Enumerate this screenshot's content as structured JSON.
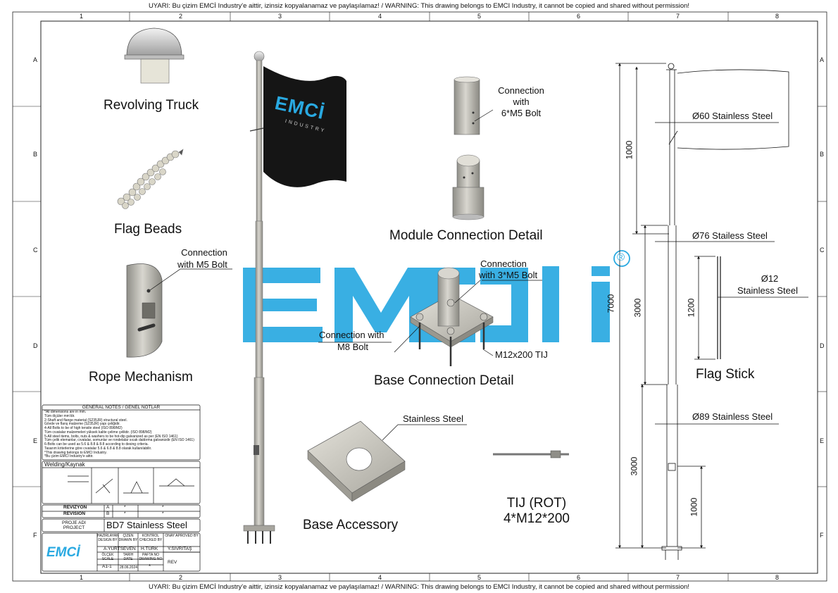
{
  "warning_text": "UYARI: Bu çizim EMCİ Industry'e aittir, izinsiz kopyalanamaz ve paylaşılamaz!  / WARNING: This drawing belongs to EMCI Industry, it cannot be copied and shared without permission!",
  "grid": {
    "columns": [
      "1",
      "2",
      "3",
      "4",
      "5",
      "6",
      "7",
      "8"
    ],
    "rows": [
      "A",
      "B",
      "C",
      "D",
      "E",
      "F"
    ]
  },
  "watermark": {
    "text": "EMCİ",
    "mark": "®",
    "color": "#29a9e1"
  },
  "flag_logo": {
    "brand": "EMCİ",
    "sub": "INDUSTRY"
  },
  "parts": {
    "revolving_truck": "Revolving Truck",
    "flag_beads": "Flag Beads",
    "rope_mechanism": "Rope Mechanism",
    "rope_connection_line1": "Connection",
    "rope_connection_line2": "with M5 Bolt",
    "module_connection_detail": "Module Connection Detail",
    "module_connection_line1": "Connection",
    "module_connection_line2": "with",
    "module_connection_line3": "6*M5 Bolt",
    "base_connection_detail": "Base Connection Detail",
    "base_conn_m5_line1": "Connection",
    "base_conn_m5_line2": "with 3*M5 Bolt",
    "base_conn_m8_line1": "Connection with",
    "base_conn_m8_line2": "M8 Bolt",
    "tij_label": "M12x200 TIJ",
    "base_accessory": "Base Accessory",
    "stainless_steel": "Stainless Steel",
    "tij_rot_line1": "TIJ (ROT)",
    "tij_rot_line2": "4*M12*200",
    "flag_stick": "Flag Stick"
  },
  "dimensions": {
    "d60": "Ø60  Stainless Steel",
    "d76": "Ø76 Stailess Steel",
    "d89": "Ø89 Stainless Steel",
    "d12_line1": "Ø12",
    "d12_line2": "Stainless Steel",
    "total": "7000",
    "top": "1000",
    "mid": "3000",
    "low": "3000",
    "bottom": "1000",
    "stick": "1200"
  },
  "notes": {
    "title": "GENERAL NOTES / GENEL NOTLAR",
    "lines": [
      "*All dimensions are in mm.",
      "Tüm ölçüler mm'dir.",
      "2-Shaft and flange material (S235JR) structural steel.",
      "Gövde ve flanş malzeme (S235JR) yapı çeliğidir.",
      "4-All Bolts to be of high tensile steel (ISO 898/M2)",
      "Tüm cıvatalar malzemeleri yüksek kalite çelime çeliktir. (ISO 898/M2)",
      "5-All steel items, bolts, nuts & washers to be hot-dip galvanized as per (EN ISO 1461)",
      "Tüm çelik elemanlar, cıvatalar, somunlar ve rondelalar sıcak daldırma galvanizdir (EN ISO 1461)",
      "6-Bolts can be used as 5.6 & 8.8 & 8.8 according to desing criteria.",
      "Tasarım kriterlerine göre cıvatalar 5.6 & 6.8 & 8.8 olarak kullanılabilir.",
      "*This drawing belongs to EMCI Industry.",
      "*Bu çizim EMCİ Industry'e aittir."
    ]
  },
  "welding_title": "Welding/Kaynak",
  "revision": {
    "label1": "REVIZYON",
    "label2": "REVISION",
    "r1": "A",
    "r2": "B",
    "mark": "*"
  },
  "project": {
    "label1": "PROJE ADI",
    "label2": "PROJECT",
    "name": "BD7 Stainless Steel"
  },
  "title_block": {
    "logo": "EMCİ",
    "prepared_label": "HAZIRLAYAN DESIGN BY",
    "drawn_label": "ÇİZEN DRAWN BY",
    "checked_label": "KONTROL CHECKED BY",
    "approved_label": "ONAY APROVED BY",
    "prepared": "A.YURTSEVEN",
    "checked": "H.TÜRK",
    "approved": "Y.SIVRITAŞ",
    "scale_label": "ÖLÇEK SCALE",
    "date_label": "TARİH DATE",
    "sheet_label": "PAFTA NO DRAWING NO",
    "scale": "A1-1",
    "date": "28.06.2024",
    "sheet": "*",
    "rev": "REV"
  },
  "colors": {
    "accent": "#29a9e1",
    "flag": "#151515",
    "steel": "#b8b6ad"
  }
}
